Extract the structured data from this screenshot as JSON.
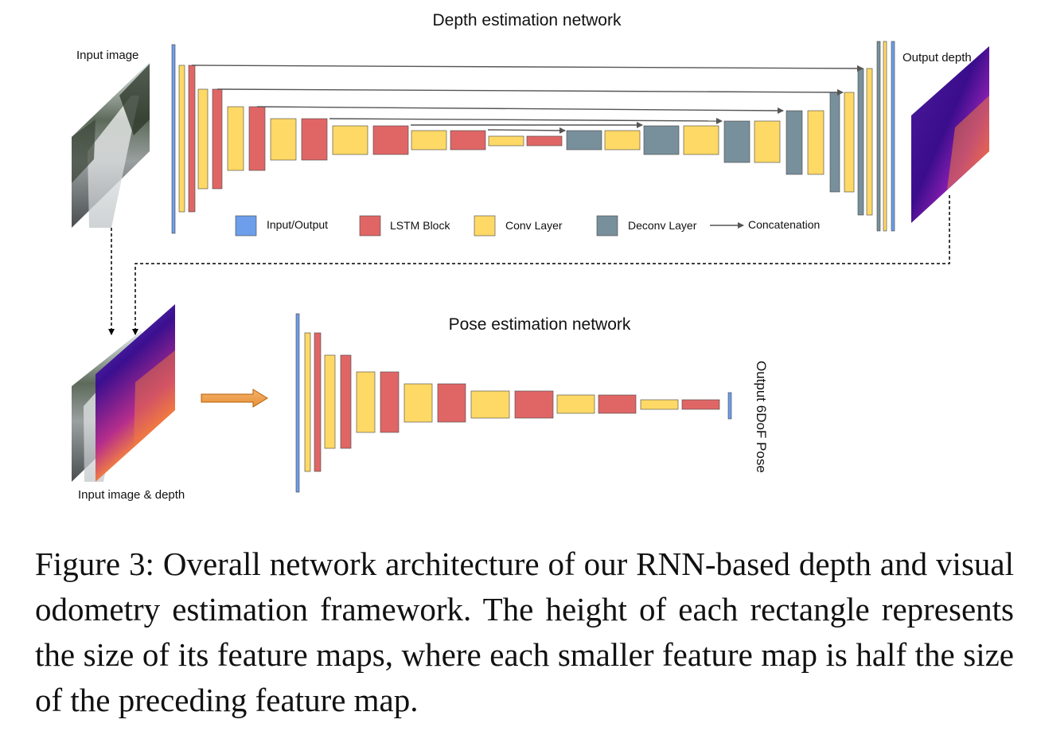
{
  "depth_network": {
    "title": "Depth estimation network",
    "input_label": "Input image",
    "output_label": "Output depth"
  },
  "pose_network": {
    "title": "Pose estimation network",
    "input_label": "Input image & depth",
    "output_label": "Output 6DoF Pose"
  },
  "legend": [
    {
      "label": "Input/Output",
      "color": "#6d9eeb",
      "type": "box"
    },
    {
      "label": "LSTM Block",
      "color": "#e06666",
      "type": "box"
    },
    {
      "label": "Conv Layer",
      "color": "#ffd966",
      "type": "box"
    },
    {
      "label": "Deconv Layer",
      "color": "#78909c",
      "type": "box"
    },
    {
      "label": "Concatenation",
      "type": "arrow"
    }
  ],
  "colors": {
    "io": "#6d9eeb",
    "lstm": "#e06666",
    "conv": "#ffd966",
    "deconv": "#78909c",
    "depth_dark": "#3b0f8f",
    "depth_bright": "#fde046",
    "pose_arrow": "#e69138"
  },
  "caption": "Figure 3: Overall network architecture of our RNN-based depth and visual odometry estimation framework. The height of each rectangle represents the size of its feature maps, where each smaller feature map is half the size of the preceding feature map."
}
